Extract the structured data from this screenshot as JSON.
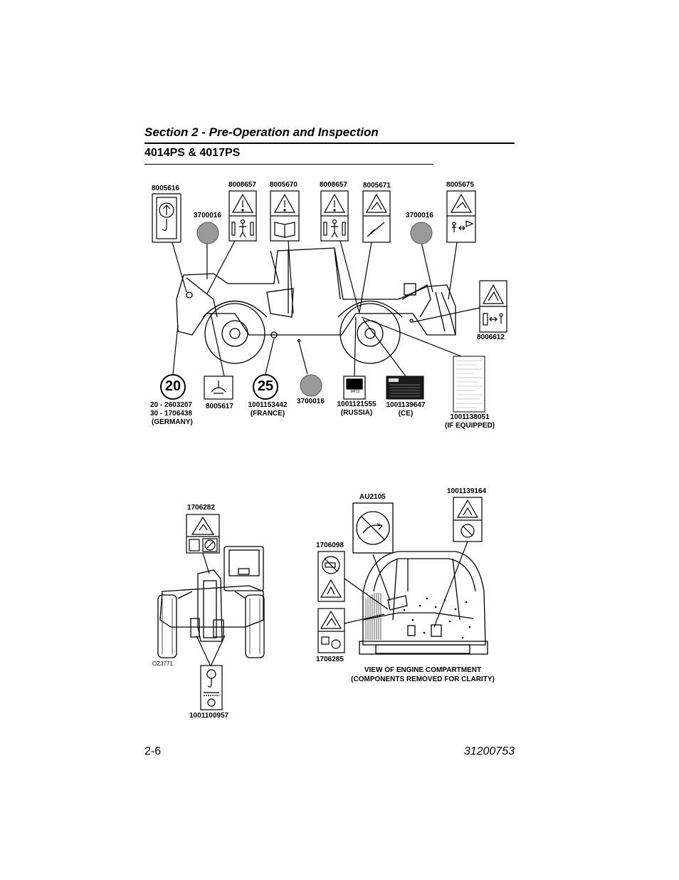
{
  "header": {
    "section_title": "Section 2 - Pre-Operation and Inspection",
    "model_title": "4014PS & 4017PS"
  },
  "side_view": {
    "labels": {
      "d8005616": "8005616",
      "d3700016_a": "3700016",
      "d8008657_a": "8008657",
      "d8005670": "8005670",
      "d8008657_b": "8008657",
      "d8005671": "8005671",
      "d3700016_b": "3700016",
      "d8005675": "8005675",
      "d8006612": "8006612",
      "germany_line1": "20 - 2603207",
      "germany_line2": "30 - 1706438",
      "germany_line3": "(GERMANY)",
      "d8005617": "8005617",
      "france_line1": "1001153442",
      "france_line2": "(FRANCE)",
      "d3700016_c": "3700016",
      "russia_line1": "1001121555",
      "russia_line2": "(RUSSIA)",
      "ce_line1": "1001139647",
      "ce_line2": "(CE)",
      "equipped_line1": "1001138051",
      "equipped_line2": "(IF EQUIPPED)"
    },
    "badges": {
      "speed_20": "20",
      "speed_25": "25"
    },
    "russia_decal_text": "MP12"
  },
  "front_view": {
    "labels": {
      "d1706282": "1706282",
      "d1001100957": "1001100957",
      "figure_id": "OZ3771"
    }
  },
  "engine_view": {
    "labels": {
      "au2105": "AU2105",
      "d1001139164": "1001139164",
      "d1706098": "1706098",
      "d1706285": "1706285"
    },
    "caption_line1": "VIEW OF ENGINE COMPARTMENT",
    "caption_line2": "(COMPONENTS REMOVED FOR CLARITY)"
  },
  "footer": {
    "page_number": "2-6",
    "doc_number": "31200753"
  }
}
